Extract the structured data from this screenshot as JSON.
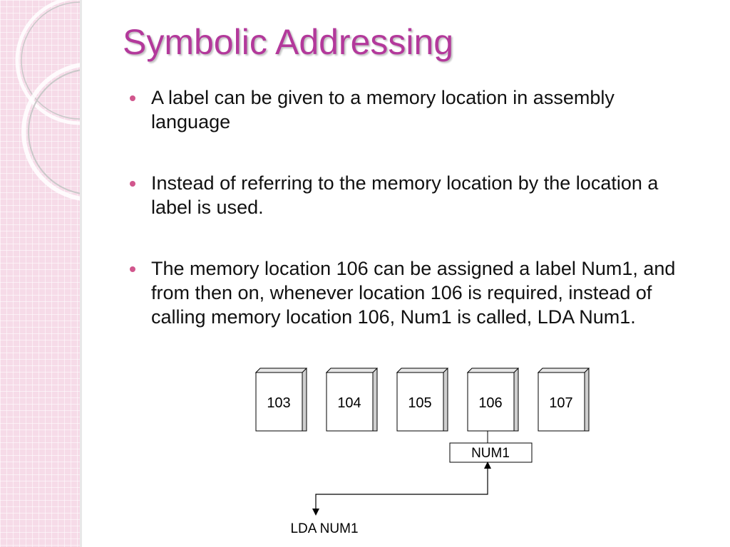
{
  "slide": {
    "title": "Symbolic Addressing",
    "bullets": [
      {
        "text": "A label can be given to a memory location in assembly language"
      },
      {
        "text": "Instead of referring to the memory location by the location a label is used."
      },
      {
        "text": "The memory location 106 can be assigned a label Num1, and from then on, whenever location 106 is required, instead of calling memory location 106, Num1 is called, LDA Num1."
      }
    ],
    "colors": {
      "title": "#b3399b",
      "bullet": "#d1568d",
      "sidebar": "#f6dbe8"
    }
  },
  "diagram": {
    "memory_cells": [
      "103",
      "104",
      "105",
      "106",
      "107"
    ],
    "label": "NUM1",
    "labeled_cell": "106",
    "instruction": "LDA NUM1"
  }
}
